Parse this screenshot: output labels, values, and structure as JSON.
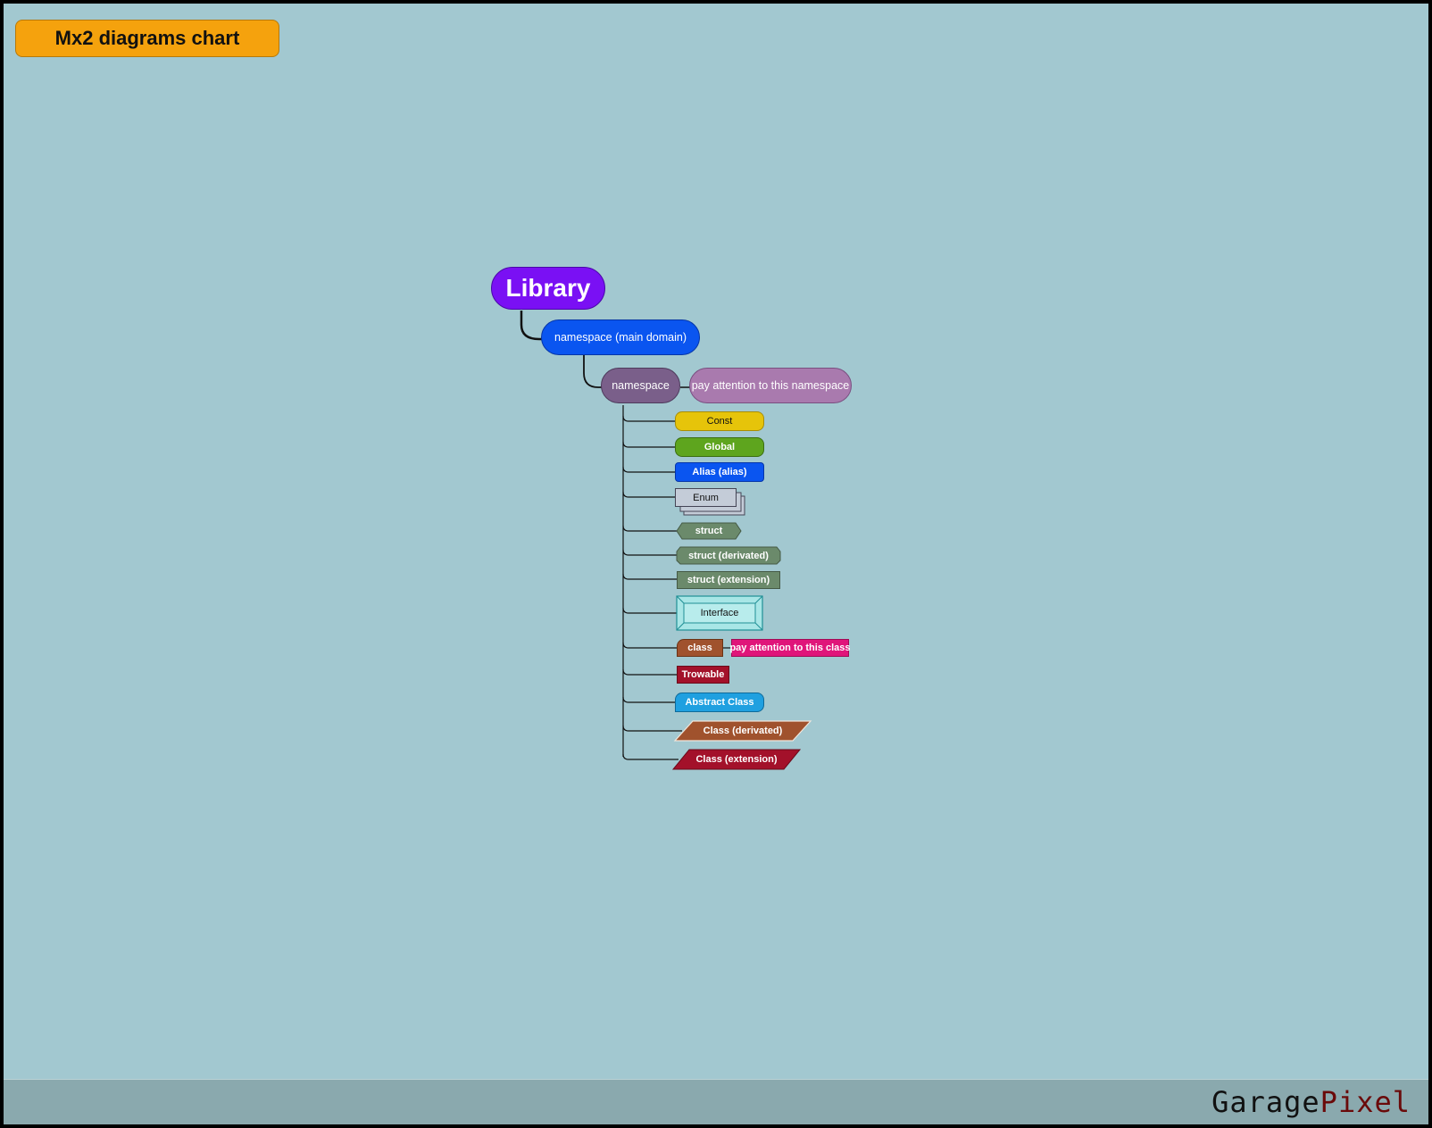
{
  "title": "Mx2 diagrams chart",
  "brand": {
    "part1": "Garage",
    "part2": "Pixel"
  },
  "nodes": {
    "library": "Library",
    "namespace_main": "namespace (main domain)",
    "namespace": "namespace",
    "namespace_note": "pay attention to this namespace",
    "const": "Const",
    "global": "Global",
    "alias": "Alias (alias)",
    "enum": "Enum",
    "struct": "struct",
    "struct_derivated": "struct (derivated)",
    "struct_extension": "struct (extension)",
    "interface": "Interface",
    "class": "class",
    "class_note": "pay attention to this class",
    "trowable": "Trowable",
    "abstract_class": "Abstract Class",
    "class_derivated": "Class (derivated)",
    "class_extension": "Class (extension)"
  },
  "colors": {
    "background": "#a2c8d0",
    "title_badge": "#f5a20d",
    "library": "#7a10f4",
    "namespace_main": "#0a55f0",
    "namespace": "#7a5f8a",
    "namespace_note": "#a97aae",
    "const": "#e6c40a",
    "global": "#5ea51e",
    "alias": "#0a55f0",
    "enum": "#c4ccd8",
    "struct": "#6b8a6b",
    "interface": "#a8e6e6",
    "class": "#a0522d",
    "class_note": "#e0157a",
    "trowable": "#a3112a",
    "abstract_class": "#1fa0e0",
    "class_derivated": "#a0522d",
    "class_extension": "#a3112a"
  },
  "icons": [
    "connector-lines"
  ]
}
